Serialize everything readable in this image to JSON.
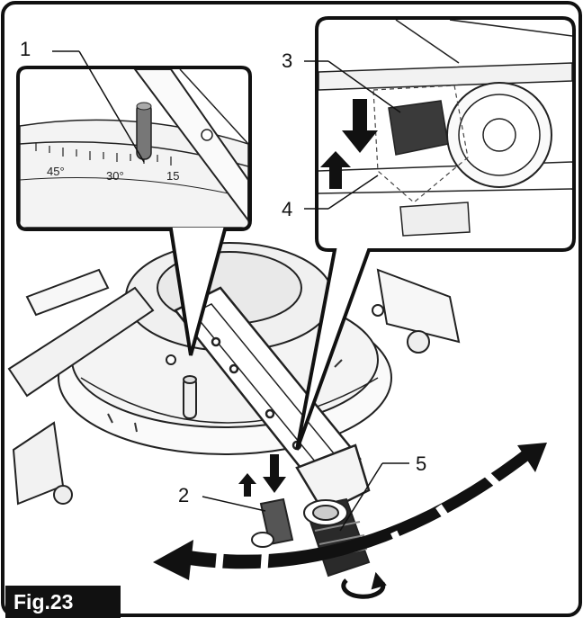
{
  "figure": {
    "label": "Fig.23",
    "callouts": [
      "1",
      "2",
      "3",
      "4",
      "5"
    ],
    "scale_labels": [
      "45°",
      "30°",
      "15"
    ]
  },
  "icons": {
    "push_down_arrow": "down-arrow-icon",
    "pull_up_arrow": "up-arrow-icon",
    "rotation_arrow": "curved-double-arrow-icon",
    "turn_knob_arrow": "circular-arrow-icon"
  }
}
